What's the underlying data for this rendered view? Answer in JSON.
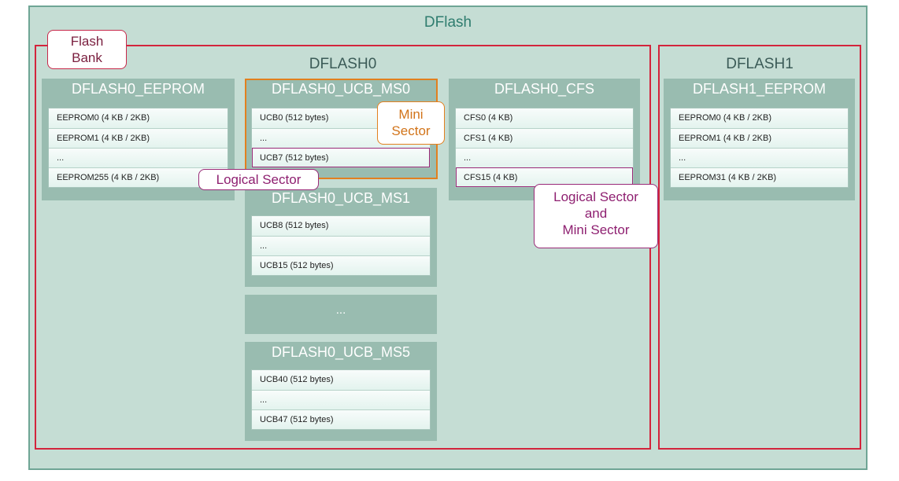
{
  "title": "DFlash",
  "banks": {
    "bank0": {
      "title": "DFLASH0"
    },
    "bank1": {
      "title": "DFLASH1"
    }
  },
  "callouts": {
    "flash_bank": [
      "Flash",
      "Bank"
    ],
    "mini_sector": [
      "Mini",
      "Sector"
    ],
    "logical_sector": "Logical Sector",
    "logical_and_mini": [
      "Logical Sector",
      "and",
      "Mini Sector"
    ]
  },
  "blocks": {
    "eeprom0": {
      "title": "DFLASH0_EEPROM",
      "rows": [
        "EEPROM0 (4 KB / 2KB)",
        "EEPROM1 (4 KB / 2KB)",
        "...",
        "EEPROM255 (4 KB / 2KB)"
      ]
    },
    "ucb_ms0": {
      "title": "DFLASH0_UCB_MS0",
      "rows": [
        "UCB0 (512 bytes)",
        "...",
        "UCB7 (512 bytes)"
      ]
    },
    "cfs": {
      "title": "DFLASH0_CFS",
      "rows": [
        "CFS0 (4 KB)",
        "CFS1 (4 KB)",
        "...",
        "CFS15 (4 KB)"
      ]
    },
    "ucb_ms1": {
      "title": "DFLASH0_UCB_MS1",
      "rows": [
        "UCB8 (512 bytes)",
        "...",
        "UCB15 (512 bytes)"
      ]
    },
    "ellipsis_block": {
      "label": "..."
    },
    "ucb_ms5": {
      "title": "DFLASH0_UCB_MS5",
      "rows": [
        "UCB40 (512 bytes)",
        "...",
        "UCB47 (512 bytes)"
      ]
    },
    "eeprom1": {
      "title": "DFLASH1_EEPROM",
      "rows": [
        "EEPROM0 (4 KB / 2KB)",
        "EEPROM1 (4 KB / 2KB)",
        "...",
        "EEPROM31 (4 KB / 2KB)"
      ]
    }
  },
  "colors": {
    "bank_border": "#d3243c",
    "mini_sector": "#e2801f",
    "logical_sector": "#9a2a78",
    "panel": "#99bcb0",
    "background": "#c5ddd4"
  }
}
